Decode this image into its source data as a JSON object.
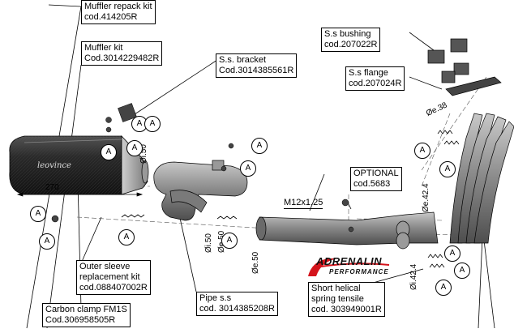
{
  "labels": {
    "repack_name": "Muffler repack kit",
    "repack_code": "cod.414205R",
    "muffler_name": "Muffler kit",
    "muffler_code": "Cod.3014229482R",
    "bracket_name": "S.s. bracket",
    "bracket_code": "Cod.3014385561R",
    "bushing_name": "S.s bushing",
    "bushing_code": "cod.207022R",
    "flange_name": "S.s flange",
    "flange_code": "cod.207024R",
    "optional_name": "OPTIONAL",
    "optional_code": "cod.5683",
    "thread": "M12x1.25",
    "sleeve_line1": "Outer sleeve",
    "sleeve_line2": "replacement kit",
    "sleeve_code": "cod.088407002R",
    "clamp_name": "Carbon clamp FM1S",
    "clamp_code": "Cod.306958505R",
    "pipe_name": "Pipe s.s",
    "pipe_code": "cod. 3014385208R",
    "spring_line1": "Short helical",
    "spring_line2": "spring tensile",
    "spring_code": "cod. 303949001R"
  },
  "dimensions": {
    "length": "270",
    "d_muffler": "Øi.50",
    "d_pipe_i": "Øi.50",
    "d_pipe_e": "Øe.50",
    "d_link": "Øe.50",
    "d_header_out": "Øe.38",
    "d_header_e": "Øe.42.4",
    "d_header_i": "Øi.42.4"
  },
  "callout_letter": "A",
  "logo": {
    "brand": "ADRENALIN",
    "tagline": "PERFORMANCE",
    "accent_color": "#d4141c"
  },
  "colors": {
    "carbon": "#2a2a2a",
    "steel": "#8c8c8c",
    "steel_dark": "#5e5e5e"
  }
}
